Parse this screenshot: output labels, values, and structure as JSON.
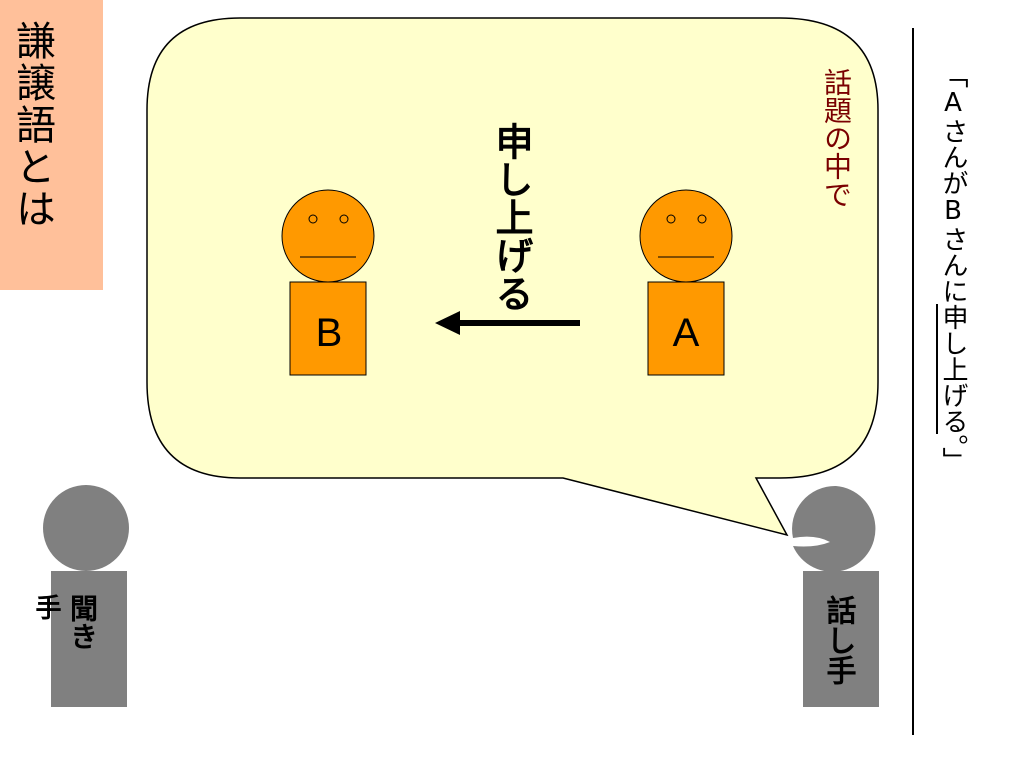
{
  "title": "謙譲語とは",
  "bubble": {
    "topic_label": "話題の中で",
    "verb": "申し上げる"
  },
  "persons": {
    "b_label": "B",
    "a_label": "A"
  },
  "listener_label": {
    "part1": "手",
    "part2": "聞き"
  },
  "speaker_label": "話し手",
  "sentence": {
    "prefix": "「Aさんが",
    "b": "Bさんに",
    "verb": "申し上げる",
    "suffix": "。」"
  },
  "colors": {
    "title_bg": "#ffc09a",
    "bubble_fill": "#ffffcc",
    "person_fill": "#ff9900",
    "figure_gray": "#808080",
    "topic_color": "#7a0000"
  }
}
